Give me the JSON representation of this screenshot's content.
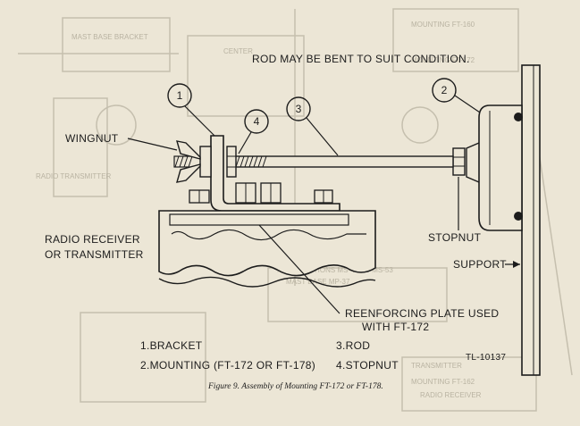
{
  "diagram": {
    "rod_note": "ROD MAY BE BENT TO SUIT CONDITION.",
    "callouts": {
      "c1": "1",
      "c2": "2",
      "c3": "3",
      "c4": "4"
    },
    "labels": {
      "wingnut": "WINGNUT",
      "receiver_line1": "RADIO RECEIVER",
      "receiver_line2": "OR TRANSMITTER",
      "stopnut": "STOPNUT",
      "support": "SUPPORT",
      "plate_line1": "REENFORCING PLATE USED",
      "plate_line2": "WITH FT-172"
    },
    "legend": {
      "item1": "1.BRACKET",
      "item2": "2.MOUNTING (FT-172 OR FT-178)",
      "item3": "3.ROD",
      "item4": "4.STOPNUT"
    },
    "ref_code": "TL-10137",
    "caption": "Figure 9.   Assembly of Mounting FT-172 or FT-178."
  },
  "background_text": {
    "g1": "MAST BASE BRACKET",
    "g2": "CENTER",
    "g3": "MOUNTING FT-160",
    "g4": "MOUNTING FT-172",
    "g5": "RADIO TRANSMITTER",
    "g6": "MAST SECTIONS MS-49 TO MS-53",
    "g7": "MAST BASE MP-37",
    "g8": "MOUNTING FT-162",
    "g9": "TRANSMITTER",
    "g10": "RADIO RECEIVER"
  }
}
